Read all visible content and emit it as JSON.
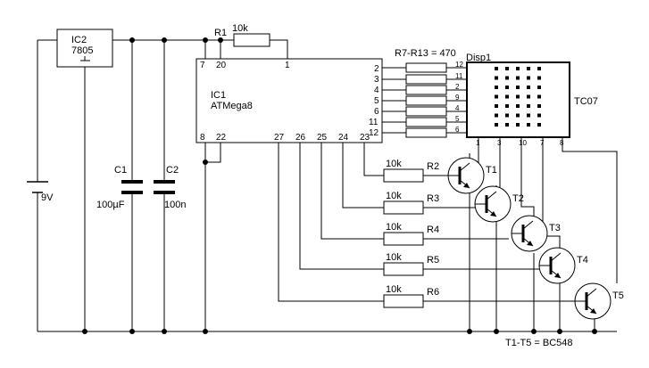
{
  "regulator": {
    "name": "IC2",
    "part": "7805"
  },
  "mcu": {
    "name": "IC1",
    "part": "ATMega8",
    "pins": {
      "p7": "7",
      "p20": "20",
      "p1": "1",
      "p8": "8",
      "p22": "22",
      "p27": "27",
      "p26": "26",
      "p25": "25",
      "p24": "24",
      "p23": "23"
    },
    "right_pins": [
      "2",
      "3",
      "4",
      "5",
      "6",
      "11",
      "12"
    ]
  },
  "r1": {
    "name": "R1",
    "value": "10k"
  },
  "resistor_array": {
    "label": "R7-R13 = 470"
  },
  "display": {
    "name": "Disp1",
    "part": "TC07",
    "left_pins": [
      "12",
      "11",
      "2",
      "9",
      "4",
      "5",
      "6"
    ],
    "bottom_pins": [
      "1",
      "3",
      "10",
      "7",
      "8"
    ]
  },
  "battery": {
    "value": "9V"
  },
  "capacitors": [
    {
      "name": "C1",
      "value": "100µF"
    },
    {
      "name": "C2",
      "value": "100n"
    }
  ],
  "base_resistors": [
    {
      "name": "R2",
      "value": "10k"
    },
    {
      "name": "R3",
      "value": "10k"
    },
    {
      "name": "R4",
      "value": "10k"
    },
    {
      "name": "R5",
      "value": "10k"
    },
    {
      "name": "R6",
      "value": "10k"
    }
  ],
  "transistors": [
    "T1",
    "T2",
    "T3",
    "T4",
    "T5"
  ],
  "transistor_note": "T1-T5 = BC548"
}
